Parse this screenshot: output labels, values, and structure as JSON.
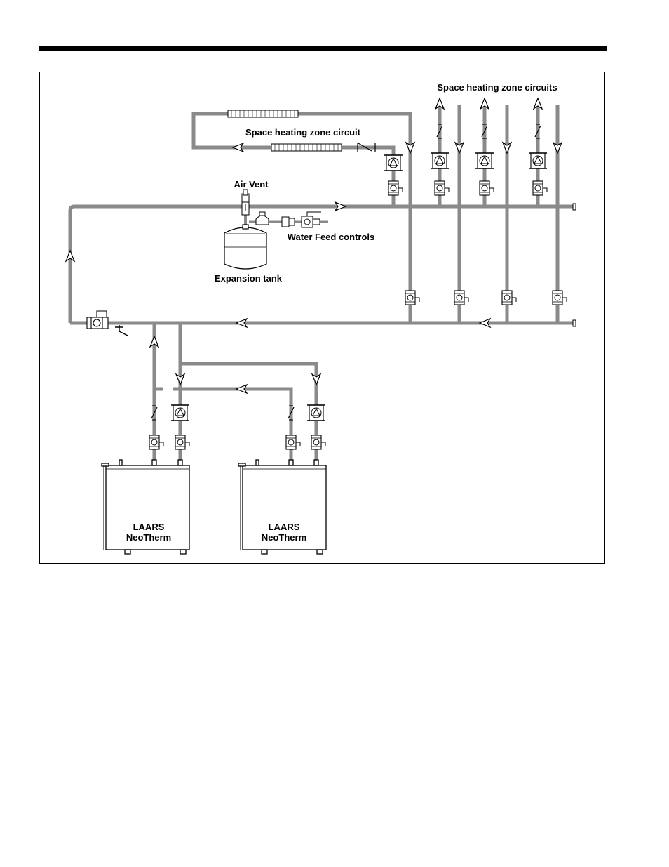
{
  "labels": {
    "zone_circuits": "Space heating zone circuits",
    "zone_circuit": "Space heating zone circuit",
    "air_vent": "Air Vent",
    "water_feed": "Water Feed controls",
    "expansion_tank": "Expansion tank",
    "boiler_1_brand": "LAARS",
    "boiler_1_model": "NeoTherm",
    "boiler_2_brand": "LAARS",
    "boiler_2_model": "NeoTherm"
  },
  "colors": {
    "pipe": "#8a8a8a",
    "line": "#000000",
    "background": "#ffffff"
  }
}
